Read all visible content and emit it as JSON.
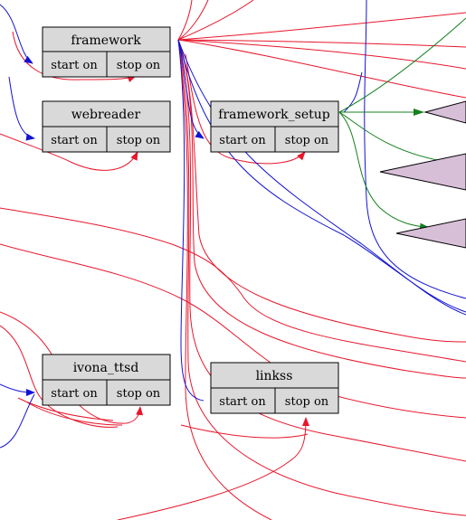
{
  "colors": {
    "edge_red": "#e8172c",
    "edge_blue": "#1212d4",
    "edge_green": "#15801e",
    "node_fill": "#d9d9d9",
    "triangle_fill": "#d8bfd8"
  },
  "nodes": [
    {
      "id": "framework",
      "title": "framework",
      "start": "start on",
      "stop": "stop on"
    },
    {
      "id": "webreader",
      "title": "webreader",
      "start": "start on",
      "stop": "stop on"
    },
    {
      "id": "framework_setup",
      "title": "framework_setup",
      "start": "start on",
      "stop": "stop on"
    },
    {
      "id": "ivona_ttsd",
      "title": "ivona_ttsd",
      "start": "start on",
      "stop": "stop on"
    },
    {
      "id": "linkss",
      "title": "linkss",
      "start": "start on",
      "stop": "stop on"
    }
  ]
}
